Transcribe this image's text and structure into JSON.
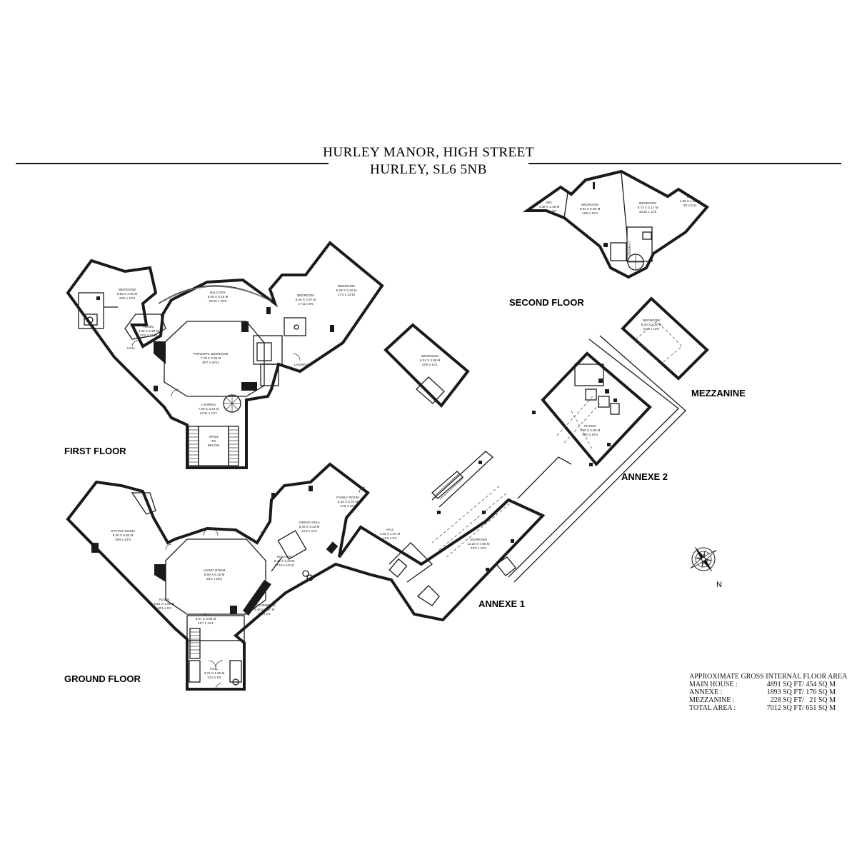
{
  "title": {
    "line1": "HURLEY MANOR, HIGH STREET",
    "line2": "HURLEY, SL6 5NB"
  },
  "floors": {
    "first": "FIRST FLOOR",
    "second": "SECOND FLOOR",
    "mezzanine": "MEZZANINE",
    "ground": "GROUND FLOOR",
    "annexe1": "ANNEXE 1",
    "annexe2": "ANNEXE 2"
  },
  "rooms": {
    "ff_bedroom1": {
      "name": "BEDROOM",
      "m": "6.95 X 4.93 M",
      "ft": "22'8 x 16'3"
    },
    "ff_room": {
      "name": "ROOM",
      "m": "4.32 X 3.30 M",
      "ft": "14'2 x 10'10"
    },
    "ff_balcony": {
      "name": "BALCONY",
      "m": "9.09 X 3.18 M",
      "ft": "29'10 x 10'5"
    },
    "ff_principal": {
      "name": "PRINCIPAL BEDROOM",
      "m": "7.79 X 6.36 M",
      "ft": "25'7 x 20'11"
    },
    "ff_bedroom2": {
      "name": "BEDROOM",
      "m": "5.46 X 2.87 M",
      "ft": "17'11 x 9'5"
    },
    "ff_bedroom3": {
      "name": "BEDROOM",
      "m": "5.28 X 4.20 M",
      "ft": "17'4 x 13'10"
    },
    "ff_hall": {
      "name": "HALL"
    },
    "ff_landing_r": {
      "name": "LANDING"
    },
    "ff_landing": {
      "name": "LANDING",
      "m": "7.59 X 3.24 M",
      "ft": "24'11 x 10'7"
    },
    "ff_open": {
      "name": "OPEN",
      "line2": "TO",
      "line3": "BELOW"
    },
    "sf_wc1": {
      "name": "W/C",
      "m": "4.38 X 1.45 M",
      "ft": "14'5 x 4'9"
    },
    "sf_bedroom1": {
      "name": "BEDROOM",
      "m": "5.93 X 5.90 M",
      "ft": "19'6 x 19'4"
    },
    "sf_bedroom2": {
      "name": "BEDROOM",
      "m": "5.73 X 4.17 M",
      "ft": "18'10 x 13'8"
    },
    "sf_wc2": {
      "name": "W/C",
      "m": "1.96 X 1.80 M",
      "ft": "6'5 x 5'11"
    },
    "sf_landing": {
      "name": "LANDING"
    },
    "mz_bedroom1": {
      "name": "BEDROOM",
      "m": "6.31 X 3.08 M",
      "ft": "20'8 x 10'1"
    },
    "mz_bedroom2": {
      "name": "BEDROOM",
      "m": "6.40 X 3.20 M",
      "ft": "21'0 x 10'6"
    },
    "an2_studio": {
      "name": "STUDIO",
      "m": "7.00 X 5.00 M",
      "ft": "23'0 x 16'5"
    },
    "gf_sitting": {
      "name": "SITTING ROOM",
      "m": "8.29 X 6.83 M",
      "ft": "26'6 x 22'5"
    },
    "gf_living": {
      "name": "LIVING ROOM",
      "m": "8.56 X 6.18 M",
      "ft": "28'1 x 20'3"
    },
    "gf_room": {
      "name": "ROOM",
      "m": "5.51 X 1.89 M",
      "ft": "18'1 x 6'2"
    },
    "gf_hall": {
      "name": "HALL",
      "m": "5.07 X 3.69 M",
      "ft": "16'7 x 12'1"
    },
    "gf_hall2": {
      "name": "HALL",
      "m": "3.71 X 1.66 M",
      "ft": "12'2 x 5'5"
    },
    "gf_kitchenette": {
      "name": "KITCHENETTE",
      "m": "2.49 X 1.87 M",
      "ft": "8'2 x 6'1"
    },
    "gf_kitchen": {
      "name": "KITCHEN",
      "m": "5.44 X 4.23 M",
      "ft": "17'10 x 13'10"
    },
    "gf_dining": {
      "name": "DINING AREA",
      "m": "6.48 X 3.43 M",
      "ft": "21'3 x 11'3"
    },
    "gf_family": {
      "name": "FAMILY ROOM",
      "m": "5.33 X 3.70 M",
      "ft": "17'6 x 12'2"
    },
    "an1_hall": {
      "name": "HALL",
      "m": "3.48 X 1.87 M",
      "ft": "11'5 x 6'2"
    },
    "an1_sunroom": {
      "name": "SUNROOM",
      "m": "12.20 X 7.05 M",
      "ft": "40'0 x 23'2"
    }
  },
  "area_table": {
    "heading": "APPROXIMATE GROSS INTERNAL FLOOR AREA",
    "rows": [
      {
        "label": "MAIN HOUSE :",
        "value": "4891 SQ FT/ 454 SQ M"
      },
      {
        "label": "ANNEXE :",
        "value": "1893 SQ FT/ 176 SQ M"
      },
      {
        "label": "MEZZANINE :",
        "value": "228 SQ FT/   21 SQ M"
      },
      {
        "label": "TOTAL AREA :",
        "value": "7012 SQ FT/ 651 SQ M"
      }
    ]
  },
  "compass": {
    "label": "N",
    "icon": "compass-rose-icon"
  }
}
